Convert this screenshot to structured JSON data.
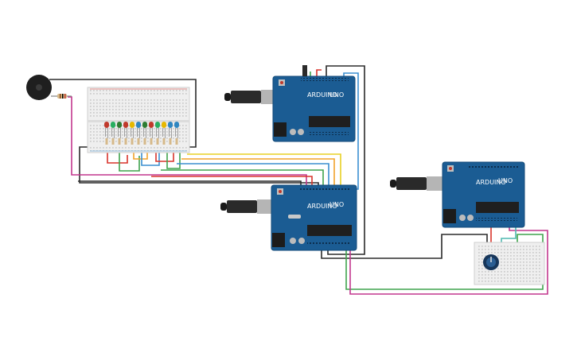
{
  "boards": [
    {
      "id": "uno-top",
      "logo": "UNO",
      "brand": "ARDUINO"
    },
    {
      "id": "uno-middle",
      "logo": "UNO",
      "brand": "ARDUINO"
    },
    {
      "id": "uno-right",
      "logo": "UNO",
      "brand": "ARDUINO"
    }
  ],
  "led_colors": [
    "#c0392b",
    "#27ae60",
    "#2e7d32",
    "#c0392b",
    "#e6b800",
    "#2e86c1",
    "#2e7d32",
    "#c0392b",
    "#27ae60",
    "#e6b800",
    "#2e86c1",
    "#2e86c1"
  ],
  "wire_colors": {
    "black": "#2b2b2b",
    "red": "#d9342b",
    "green": "#3fa34d",
    "orange": "#f2a22a",
    "yellow": "#e8d024",
    "blue": "#3b8fd1",
    "magenta": "#c2378e",
    "teal": "#4fb8b0"
  },
  "components": [
    "piezo-buzzer",
    "resistor",
    "breadboard-main",
    "breadboard-small",
    "potentiometer",
    "usb-cable"
  ]
}
